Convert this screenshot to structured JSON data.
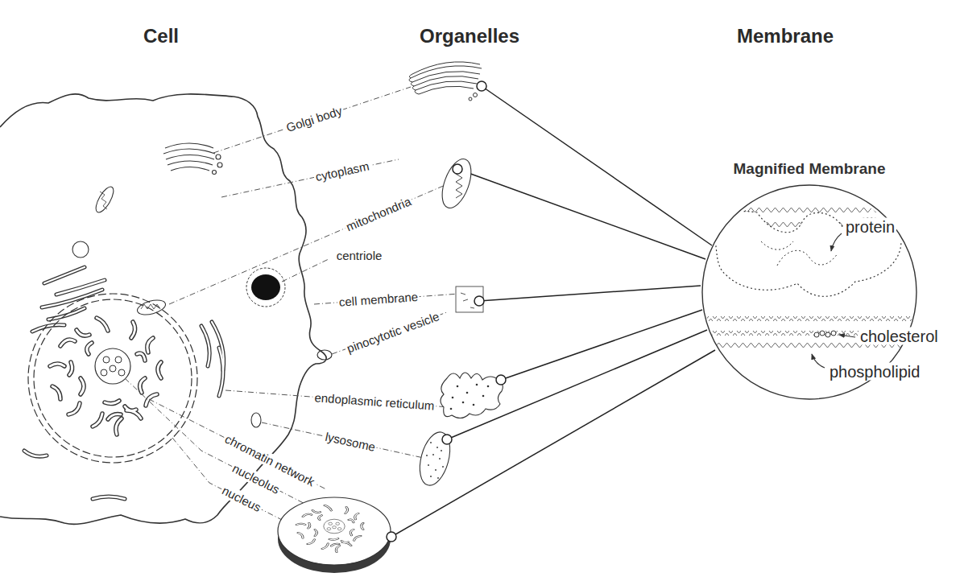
{
  "diagram": {
    "nodes": [
      {
        "text": [
          "Magnified Membrane"
        ]
      }
    ],
    "labels": [
      "Cell",
      "Organelles",
      "Membrane",
      "Golgi body",
      "cytoplasm",
      "mitochondria",
      "centriole",
      "cell membrane",
      "pinocytotic vesicle",
      "endoplasmic reticulum",
      "lysosome",
      "chromatin network",
      "nucleolus",
      "nucleus",
      "protein",
      "cholesterol",
      "phospholipid"
    ]
  }
}
